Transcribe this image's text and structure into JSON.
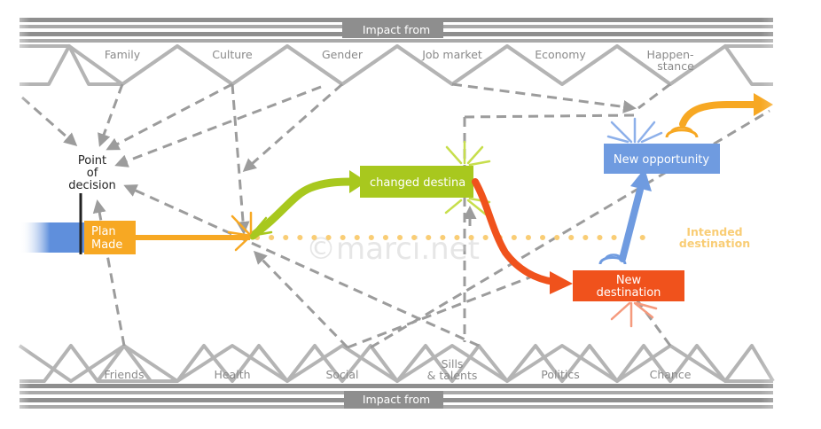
{
  "bands": {
    "top_label": "Impact from",
    "bottom_label": "Impact from"
  },
  "top_factors": [
    "Family",
    "Culture",
    "Gender",
    "Job market",
    "Economy",
    "Happen-",
    "stance"
  ],
  "bottom_factors": [
    "Friends",
    "Health",
    "Social",
    "Sills",
    "& talents",
    "Politics",
    "Chance"
  ],
  "point_of_decision": [
    "Point",
    "of",
    "decision"
  ],
  "plan_made": [
    "Plan",
    "Made"
  ],
  "changed_destination": "changed destina",
  "new_opportunity": "New opportunity",
  "new_destination": [
    "New",
    "destination"
  ],
  "intended_destination": [
    "Intended",
    "destination"
  ],
  "watermark": "©marci.net",
  "colors": {
    "band": "#8e8e8e",
    "lattice": "#b4b4b4",
    "dashed": "#9c9c9c",
    "orange": "#f7a823",
    "green": "#a8c81e",
    "red": "#f0521c",
    "blue": "#6f9be0",
    "blue_left": "#5f8fdc",
    "intended": "#f9cd75"
  }
}
